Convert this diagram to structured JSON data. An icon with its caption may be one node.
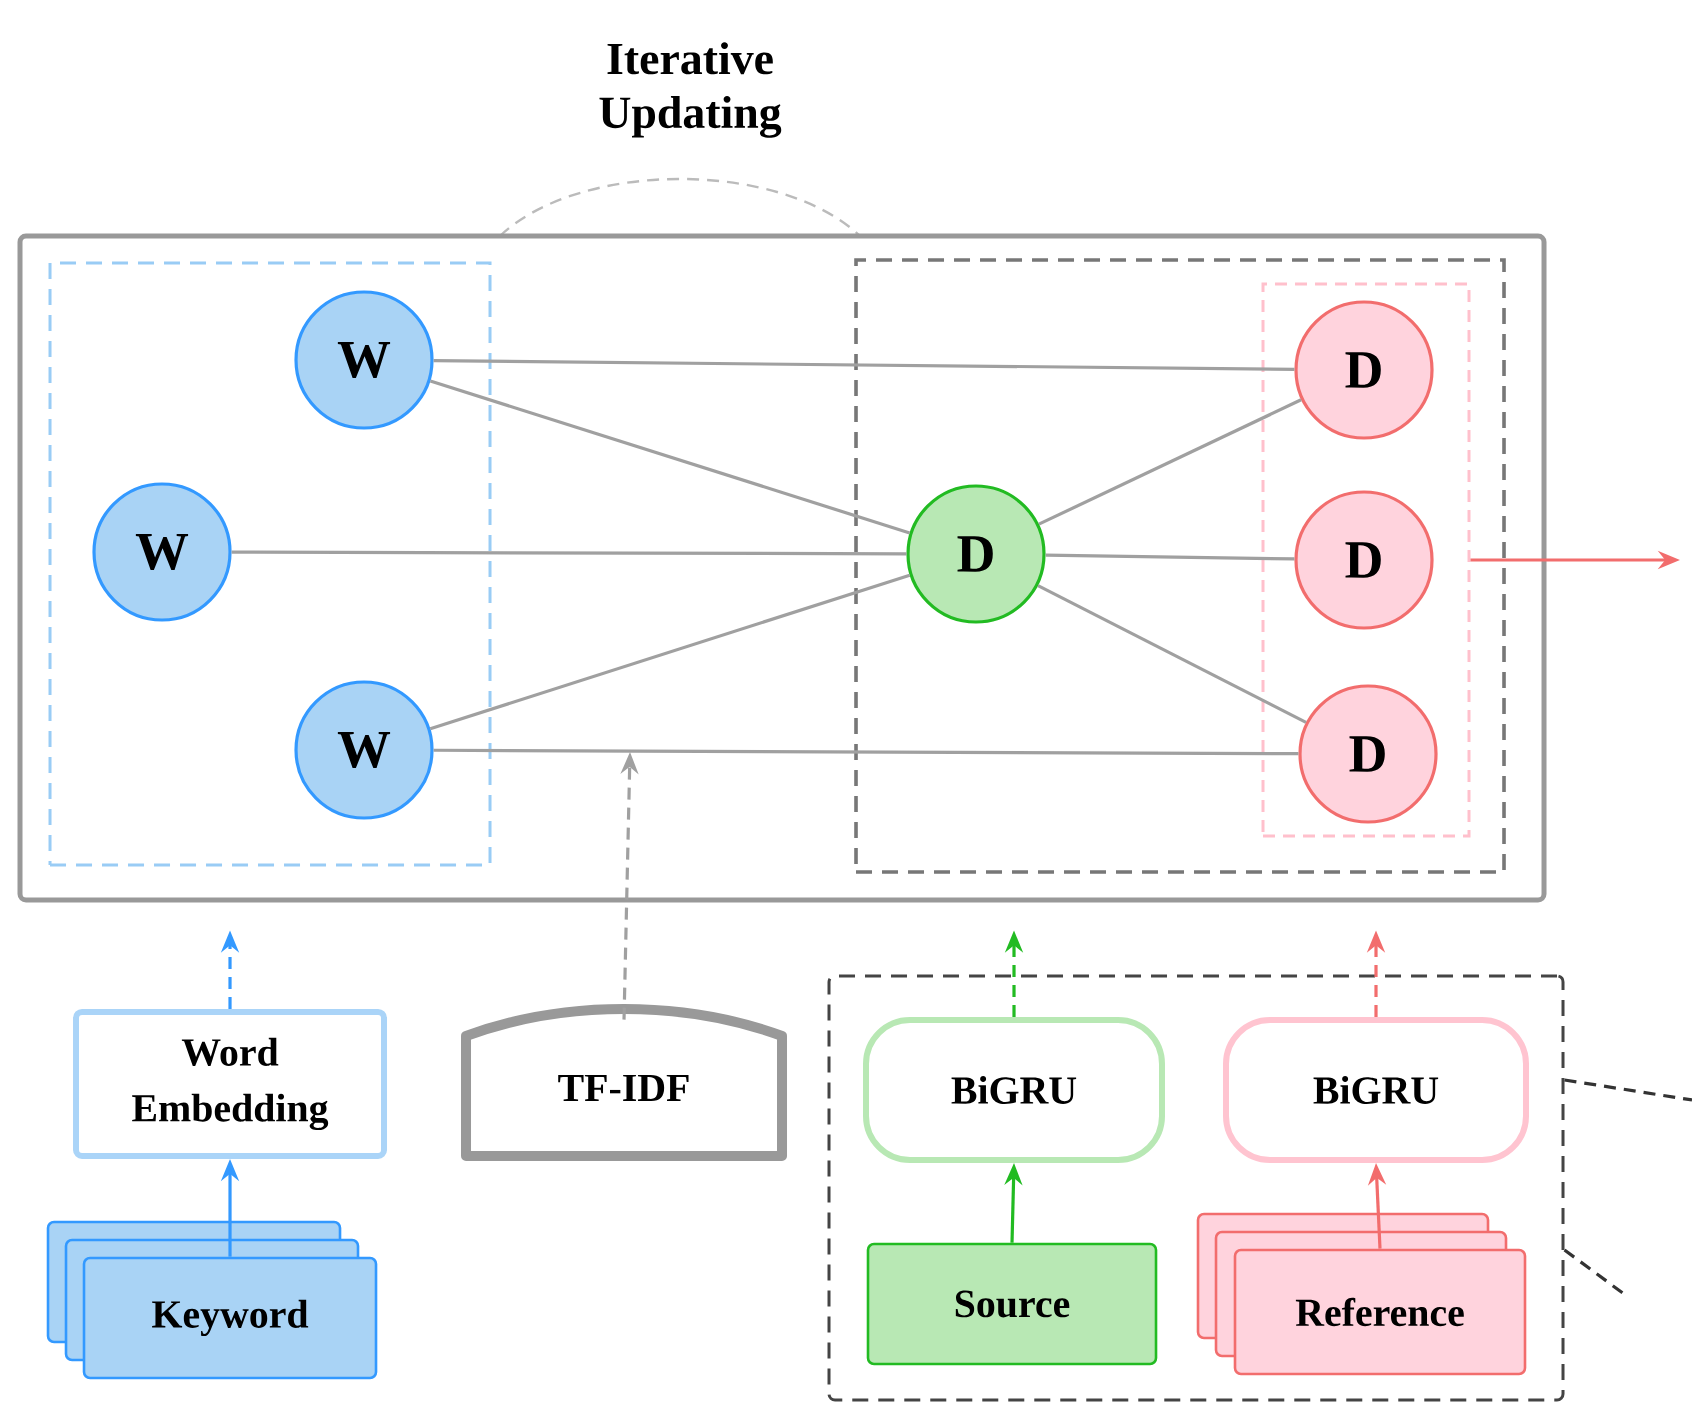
{
  "diagram": {
    "nodes": [
      {
        "text": [],
        "shape": "box"
      },
      {
        "text": [],
        "shape": "box",
        "in": 0
      },
      {
        "text": [
          "W"
        ],
        "in": 1
      },
      {
        "text": [
          "W"
        ],
        "in": 1
      },
      {
        "text": [
          "W"
        ],
        "in": 1
      },
      {
        "text": [],
        "shape": "box",
        "in": 0
      },
      {
        "text": [
          "D"
        ],
        "in": 5
      },
      {
        "text": [],
        "shape": "box",
        "in": 5
      },
      {
        "text": [
          "D"
        ],
        "in": 7
      },
      {
        "text": [
          "D"
        ],
        "in": 7
      },
      {
        "text": [
          "D"
        ],
        "in": 7
      },
      {
        "text": [
          "Word Embedding"
        ]
      },
      {
        "text": [
          "Keyword"
        ]
      },
      {
        "text": [
          "TF-IDF"
        ]
      },
      {
        "text": [],
        "shape": "box"
      },
      {
        "text": [
          "BiGRU"
        ],
        "in": 14
      },
      {
        "text": [
          "BiGRU"
        ],
        "in": 14
      },
      {
        "text": [
          "Source"
        ],
        "in": 14
      },
      {
        "text": [
          "Reference"
        ],
        "in": 14
      }
    ],
    "edges": [
      {
        "from": 2,
        "to": 8,
        "arrow": "none"
      },
      {
        "from": 2,
        "to": 6,
        "arrow": "none"
      },
      {
        "from": 3,
        "to": 6,
        "arrow": "none"
      },
      {
        "from": 4,
        "to": 6,
        "arrow": "none"
      },
      {
        "from": 4,
        "to": 10,
        "arrow": "none"
      },
      {
        "from": 6,
        "to": 8,
        "arrow": "none"
      },
      {
        "from": 6,
        "to": 9,
        "arrow": "none"
      },
      {
        "from": 6,
        "to": 10,
        "arrow": "none"
      },
      {
        "from": 7,
        "to": null,
        "arrow": "to",
        "color": "#f26d6d"
      },
      {
        "from": 12,
        "to": 11,
        "arrow": "to",
        "color": "#3399ff"
      },
      {
        "from": 11,
        "to": 0,
        "arrow": "to",
        "style": "dashed",
        "color": "#3399ff"
      },
      {
        "from": 13,
        "to": null,
        "arrow": "to",
        "style": "dashed"
      },
      {
        "from": 17,
        "to": 15,
        "arrow": "to",
        "color": "#22bb22"
      },
      {
        "from": 15,
        "to": 0,
        "arrow": "to",
        "style": "dashed",
        "color": "#22bb22"
      },
      {
        "from": 18,
        "to": 16,
        "arrow": "to",
        "color": "#f26d6d"
      },
      {
        "from": 16,
        "to": 0,
        "arrow": "to",
        "style": "dashed",
        "color": "#f26d6d"
      },
      {
        "from": 14,
        "to": null,
        "arrow": "none",
        "style": "dashed",
        "color": "#333333"
      },
      {
        "from": 14,
        "to": null,
        "arrow": "none",
        "style": "dashed",
        "color": "#333333"
      }
    ],
    "labels": [
      "Iterative Updating"
    ]
  }
}
